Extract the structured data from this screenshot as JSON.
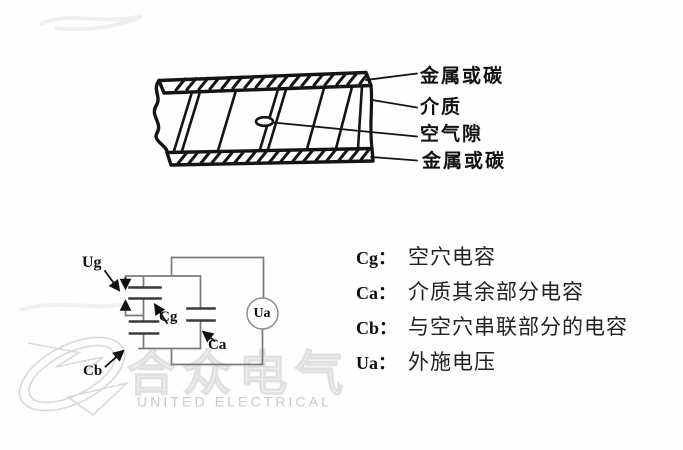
{
  "cross_section": {
    "labels": [
      "金属或碳",
      "介质",
      "空气隙",
      "金属或碳"
    ]
  },
  "circuit": {
    "ug": "Ug",
    "cg": "Cg",
    "ca": "Ca",
    "cb": "Cb",
    "ua": "Ua"
  },
  "legend": {
    "items": [
      {
        "sym": "Cg：",
        "text": "空穴电容"
      },
      {
        "sym": "Ca：",
        "text": "介质其余部分电容"
      },
      {
        "sym": "Cb：",
        "text": "与空穴串联部分的电容"
      },
      {
        "sym": "Ua：",
        "text": "外施电压"
      }
    ]
  },
  "watermark": {
    "cn": "合众电气",
    "en": "UNITED ELECTRICAL"
  },
  "colors": {
    "ink": "#141414",
    "wire": "#7a7a7a",
    "plate": "#3a3a3a",
    "watermark": "#d9d9d9"
  }
}
